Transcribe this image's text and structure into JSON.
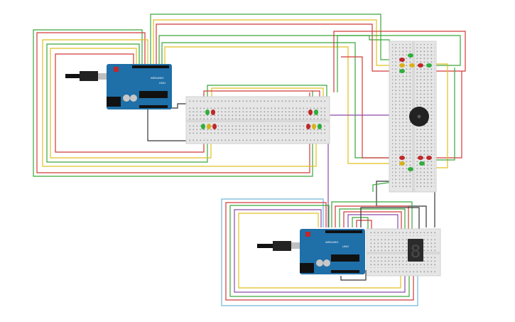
{
  "boards": {
    "arduino_1": {
      "model_label": "UNO",
      "brand_label": "ARDUINO"
    },
    "arduino_2": {
      "model_label": "UNO",
      "brand_label": "ARDUINO"
    }
  },
  "display": {
    "digit": "8"
  },
  "colors": {
    "background": "#ffffff",
    "arduino_board": "#1f6fa8",
    "breadboard": "#e6e6e6",
    "wire_green": "#3aa63a",
    "wire_red": "#d23a3a",
    "wire_yellow": "#e0c020",
    "wire_purple": "#8a4aa8",
    "wire_lightblue": "#6fb6d8",
    "wire_black": "#333333",
    "led_green": "#2fae3c",
    "led_red": "#c0282a",
    "led_yellow": "#d8b21a",
    "buzzer": "#222222",
    "seven_segment": "#2b2b2b"
  }
}
